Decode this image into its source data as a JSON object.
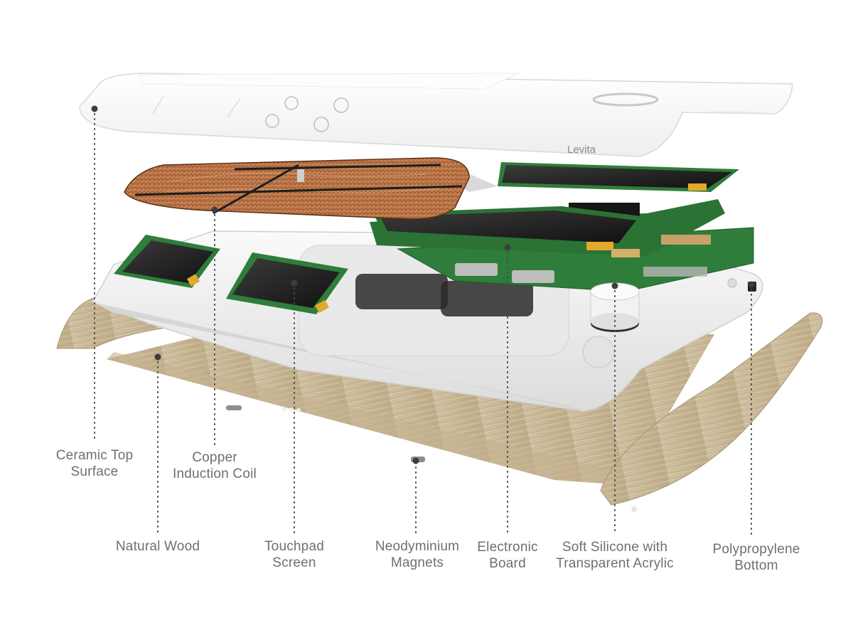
{
  "brand": "Levita",
  "labels": {
    "ceramic": {
      "line1": "Ceramic Top",
      "line2": "Surface"
    },
    "copper": {
      "line1": "Copper",
      "line2": "Induction Coil"
    },
    "wood": {
      "line1": "Natural Wood"
    },
    "touchpad": {
      "line1": "Touchpad",
      "line2": "Screen"
    },
    "magnets": {
      "line1": "Neodyminium",
      "line2": "Magnets"
    },
    "electronic": {
      "line1": "Electronic",
      "line2": "Board"
    },
    "silicone": {
      "line1": "Soft Silicone with",
      "line2": "Transparent Acrylic"
    },
    "polypropylene": {
      "line1": "Polypropylene",
      "line2": "Bottom"
    }
  },
  "colors": {
    "label_text": "#6f6f6f",
    "leader_line": "#4a4a4a",
    "wood": "#cdbfa3",
    "copper": "#b06a3c",
    "pcb": "#2f7d3a",
    "ceramic": "#f7f7f7"
  }
}
